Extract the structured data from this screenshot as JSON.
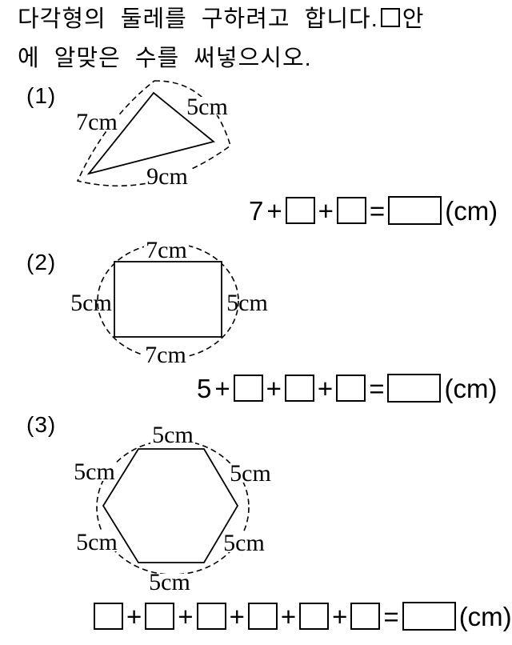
{
  "colors": {
    "paper": "#ffffff",
    "ink": "#000000"
  },
  "title": {
    "line1_before": "다각형의 둘레를 구하려고 합니다.",
    "line1_after": "안",
    "line2": "에 알맞은 수를 써넣으시오."
  },
  "problems": [
    {
      "number": "(1)",
      "shape": "triangle",
      "side_labels": {
        "left": "7cm",
        "top_right": "5cm",
        "bottom": "9cm"
      },
      "equation_tokens": [
        {
          "type": "num",
          "value": "7"
        },
        {
          "type": "op",
          "value": "+"
        },
        {
          "type": "box"
        },
        {
          "type": "op",
          "value": "+"
        },
        {
          "type": "box"
        },
        {
          "type": "op",
          "value": "="
        },
        {
          "type": "result_box"
        },
        {
          "type": "unit",
          "value": "(cm)"
        }
      ]
    },
    {
      "number": "(2)",
      "shape": "rectangle",
      "side_labels": {
        "top": "7cm",
        "left": "5cm",
        "right": "5cm",
        "bottom": "7cm"
      },
      "equation_tokens": [
        {
          "type": "num",
          "value": "5"
        },
        {
          "type": "op",
          "value": "+"
        },
        {
          "type": "box"
        },
        {
          "type": "op",
          "value": "+"
        },
        {
          "type": "box"
        },
        {
          "type": "op",
          "value": "+"
        },
        {
          "type": "box"
        },
        {
          "type": "op",
          "value": "="
        },
        {
          "type": "result_box"
        },
        {
          "type": "unit",
          "value": "(cm)"
        }
      ]
    },
    {
      "number": "(3)",
      "shape": "hexagon",
      "side_labels": {
        "top": "5cm",
        "upper_left": "5cm",
        "upper_right": "5cm",
        "lower_left": "5cm",
        "lower_right": "5cm",
        "bottom": "5cm"
      },
      "equation_tokens": [
        {
          "type": "box"
        },
        {
          "type": "op",
          "value": "+"
        },
        {
          "type": "box"
        },
        {
          "type": "op",
          "value": "+"
        },
        {
          "type": "box"
        },
        {
          "type": "op",
          "value": "+"
        },
        {
          "type": "box"
        },
        {
          "type": "op",
          "value": "+"
        },
        {
          "type": "box"
        },
        {
          "type": "op",
          "value": "+"
        },
        {
          "type": "box"
        },
        {
          "type": "op",
          "value": "="
        },
        {
          "type": "result_box"
        },
        {
          "type": "unit",
          "value": "(cm)"
        }
      ]
    }
  ]
}
